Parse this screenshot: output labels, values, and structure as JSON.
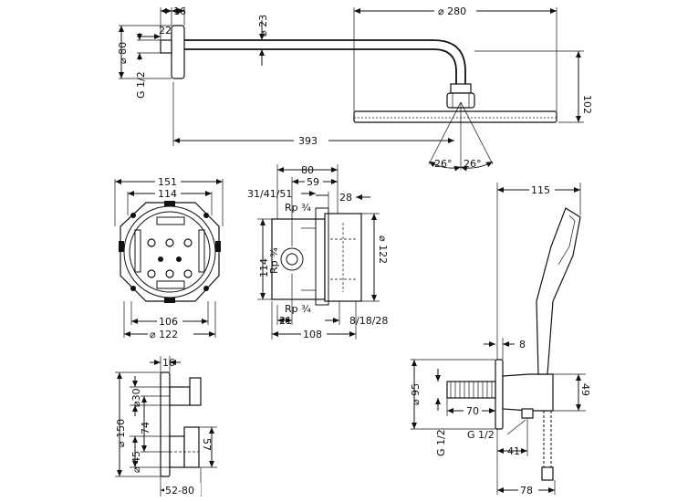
{
  "views": {
    "shower_arm": {
      "dims": {
        "wall_offset": "16",
        "arm_diameter": "⌀ 23",
        "plate_diameter": "⌀ 80",
        "thread_length": "22",
        "thread": "G 1/2",
        "arm_length": "393"
      }
    },
    "overhead_shower": {
      "dims": {
        "head_diameter": "⌀ 280",
        "height": "102",
        "tilt_left": "26°",
        "tilt_right": "26°"
      }
    },
    "basic_set_front": {
      "dims": {
        "outer_width": "151",
        "inner_width": "114",
        "lower_width": "106",
        "diameter": "⌀ 122"
      }
    },
    "basic_set_side": {
      "dims": {
        "depth_total": "80",
        "depth_mid": "59",
        "install_depths": "31/41/51",
        "top_offset": "28",
        "connection_top": "Rp ¾",
        "connection_mid": "Rp ¾",
        "connection_bottom": "Rp ¾",
        "height": "114",
        "diameter": "⌀ 122",
        "bottom_offset": "21",
        "depth_bottom": "108",
        "extension": "8/18/28"
      }
    },
    "hand_shower": {
      "dims": {
        "width": "115",
        "wall_gap": "8",
        "outlet_diameter": "⌀ 95",
        "outlet_length": "70",
        "outlet_height": "49",
        "thread": "G 1/2",
        "thread_bottom": "G 1/2",
        "hose_offset": "41",
        "depth": "78"
      }
    },
    "thermostat": {
      "dims": {
        "plate_offset": "16",
        "plate_diameter": "⌀ 150",
        "upper_knob": "⌀30",
        "knob_spacing": "74",
        "lower_knob": "⌀ 45",
        "lower_height": "57",
        "projection": "52-80"
      }
    }
  }
}
